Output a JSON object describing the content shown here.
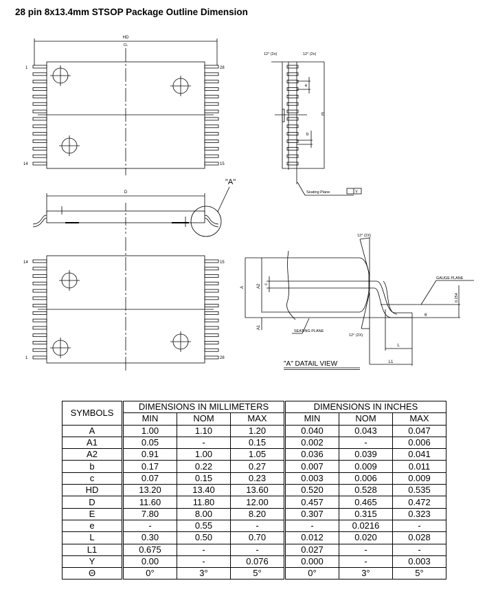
{
  "title": "28 pin 8x13.4mm STSOP Package Outline Dimension",
  "drawing": {
    "top_view": {
      "hd_label": "HD",
      "cl_label": "CL",
      "pin_1": "1",
      "pin_14": "14",
      "pin_28": "28",
      "pin_15": "15"
    },
    "side_view": {
      "d_label": "D",
      "detail_callout": "\"A\""
    },
    "bottom_view": {
      "pin_14": "14",
      "pin_1": "1",
      "pin_15": "15",
      "pin_28": "28"
    },
    "end_view": {
      "angle_left": "12° (2x)",
      "angle_right": "12° (2x)",
      "e_label": "E",
      "pitch_label": "e",
      "b_label": "b",
      "seating_plane": "Seating Plane",
      "flatness_label": "Y"
    },
    "detail_view": {
      "angle_top": "12° (2X)",
      "angle_bottom": "12° (2X)",
      "a_label": "A",
      "a1_label": "A1",
      "a2_label": "A2",
      "c_label": "c",
      "gauge_plane": "GAUGE PLANE",
      "gauge_value": "0.254",
      "theta_label": "θ",
      "seating_plane": "SEATING PLANE",
      "l_label": "L",
      "l1_label": "L1",
      "caption": "\"A\" DATAIL VIEW"
    }
  },
  "table": {
    "symbols_header": "SYMBOLS",
    "mm_header": "DIMENSIONS IN MILLIMETERS",
    "in_header": "DIMENSIONS IN INCHES",
    "sub_headers": [
      "MIN",
      "NOM",
      "MAX",
      "MIN",
      "NOM",
      "MAX"
    ],
    "rows": [
      {
        "symbol": "A",
        "values": [
          "1.00",
          "1.10",
          "1.20",
          "0.040",
          "0.043",
          "0.047"
        ]
      },
      {
        "symbol": "A1",
        "values": [
          "0.05",
          "-",
          "0.15",
          "0.002",
          "-",
          "0.006"
        ]
      },
      {
        "symbol": "A2",
        "values": [
          "0.91",
          "1.00",
          "1.05",
          "0.036",
          "0.039",
          "0.041"
        ]
      },
      {
        "symbol": "b",
        "values": [
          "0.17",
          "0.22",
          "0.27",
          "0.007",
          "0.009",
          "0.011"
        ]
      },
      {
        "symbol": "c",
        "values": [
          "0.07",
          "0.15",
          "0.23",
          "0.003",
          "0.006",
          "0.009"
        ]
      },
      {
        "symbol": "HD",
        "values": [
          "13.20",
          "13.40",
          "13.60",
          "0.520",
          "0.528",
          "0.535"
        ]
      },
      {
        "symbol": "D",
        "values": [
          "11.60",
          "11.80",
          "12.00",
          "0.457",
          "0.465",
          "0.472"
        ]
      },
      {
        "symbol": "E",
        "values": [
          "7.80",
          "8.00",
          "8.20",
          "0.307",
          "0.315",
          "0.323"
        ]
      },
      {
        "symbol": "e",
        "values": [
          "-",
          "0.55",
          "-",
          "-",
          "0.0216",
          "-"
        ]
      },
      {
        "symbol": "L",
        "values": [
          "0.30",
          "0.50",
          "0.70",
          "0.012",
          "0.020",
          "0.028"
        ]
      },
      {
        "symbol": "L1",
        "values": [
          "0.675",
          "-",
          "-",
          "0.027",
          "-",
          "-"
        ]
      },
      {
        "symbol": "Y",
        "values": [
          "0.00",
          "-",
          "0.076",
          "0.000",
          "-",
          "0.003"
        ]
      },
      {
        "symbol": "Θ",
        "values": [
          "0°",
          "3°",
          "5°",
          "0°",
          "3°",
          "5°"
        ]
      }
    ]
  }
}
